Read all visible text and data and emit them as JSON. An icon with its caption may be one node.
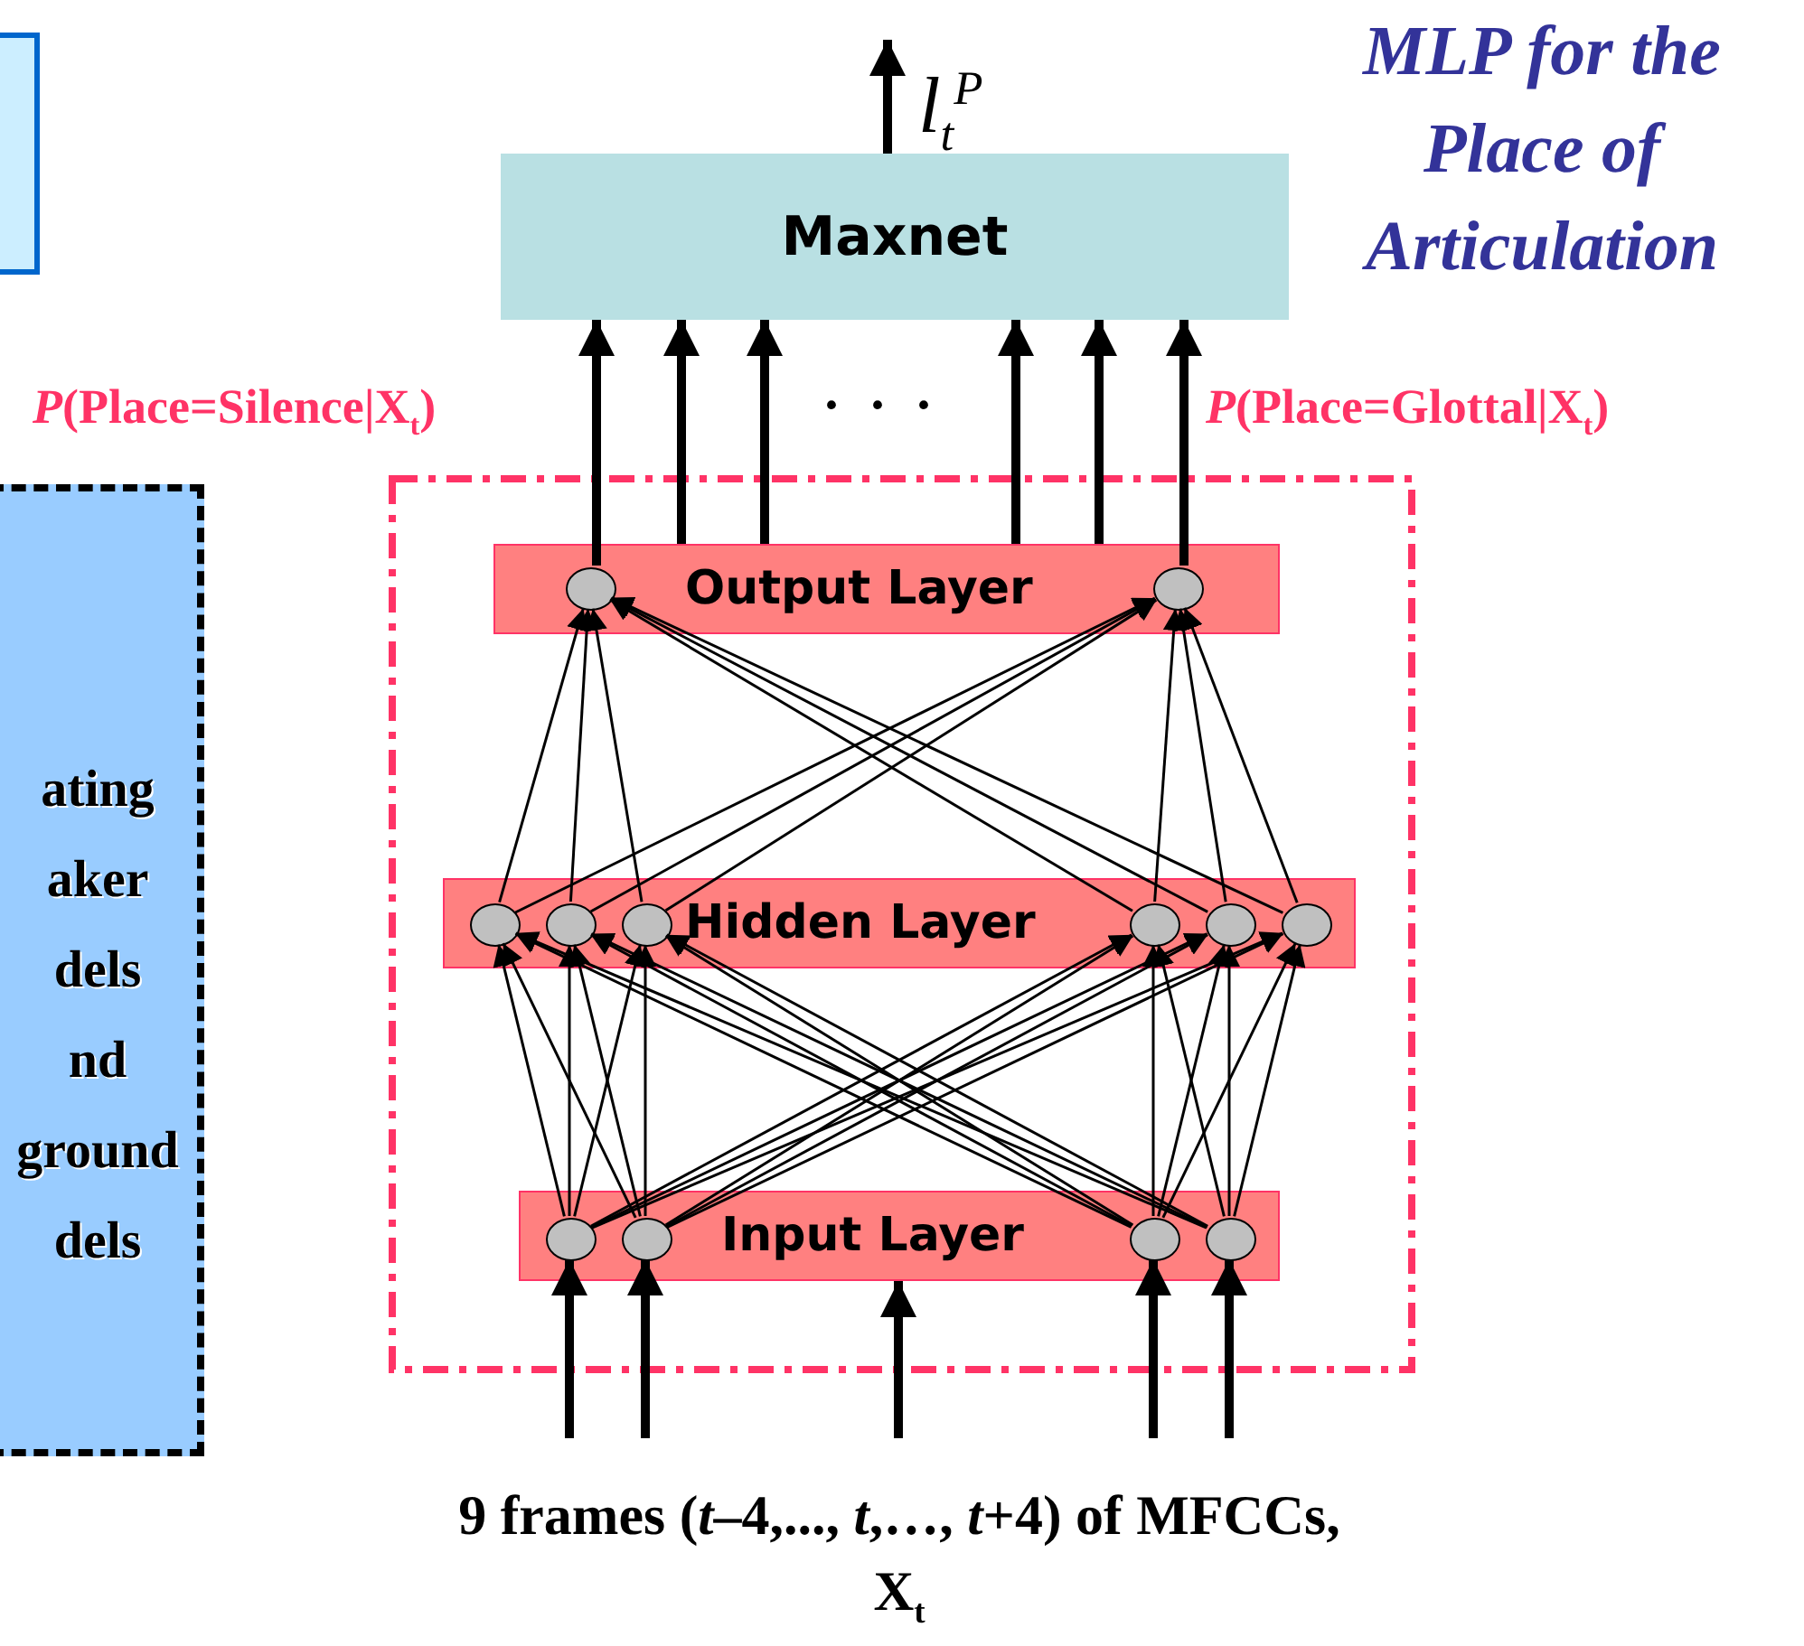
{
  "diagram": {
    "title": "MLP for the Place of Articulation",
    "nodes": [
      {
        "text": [],
        "shape": "box"
      },
      {
        "text": [
          "*l*$_{t}$$^{P}$"
        ]
      },
      {
        "text": [
          "Maxnet"
        ]
      },
      {
        "text": [
          "ating aker dels nd ground dels"
        ]
      },
      {
        "text": [],
        "shape": "box"
      },
      {
        "text": [
          "Output Layer"
        ],
        "in": 4
      },
      {
        "text": [],
        "shape": "circle",
        "in": 5
      },
      {
        "text": [],
        "shape": "circle",
        "in": 5
      },
      {
        "text": [
          "Hidden Layer"
        ],
        "in": 4
      },
      {
        "text": [],
        "shape": "circle",
        "in": 8
      },
      {
        "text": [],
        "shape": "circle",
        "in": 8
      },
      {
        "text": [],
        "shape": "circle",
        "in": 8
      },
      {
        "text": [],
        "shape": "circle",
        "in": 8
      },
      {
        "text": [],
        "shape": "circle",
        "in": 8
      },
      {
        "text": [],
        "shape": "circle",
        "in": 8
      },
      {
        "text": [
          "Input Layer"
        ],
        "in": 4
      },
      {
        "text": [],
        "shape": "circle",
        "in": 15
      },
      {
        "text": [],
        "shape": "circle",
        "in": 15
      },
      {
        "text": [],
        "shape": "circle",
        "in": 15
      },
      {
        "text": [],
        "shape": "circle",
        "in": 15
      }
    ],
    "edges": [
      {
        "from": 2,
        "to": 1,
        "arrow": "to",
        "style": "thick"
      },
      {
        "from": 6,
        "to": 2,
        "arrow": "to",
        "style": "thick"
      },
      {
        "from": 5,
        "to": 2,
        "arrow": "to",
        "style": "thick"
      },
      {
        "from": 5,
        "to": 2,
        "arrow": "to",
        "style": "thick"
      },
      {
        "from": 5,
        "to": 2,
        "arrow": "to",
        "style": "thick"
      },
      {
        "from": 5,
        "to": 2,
        "arrow": "to",
        "style": "thick"
      },
      {
        "from": 7,
        "to": 2,
        "arrow": "to",
        "style": "thick"
      },
      {
        "from": 9,
        "to": 6,
        "arrow": "to"
      },
      {
        "from": 9,
        "to": 7,
        "arrow": "to"
      },
      {
        "from": 10,
        "to": 6,
        "arrow": "to"
      },
      {
        "from": 10,
        "to": 7,
        "arrow": "to"
      },
      {
        "from": 11,
        "to": 6,
        "arrow": "to"
      },
      {
        "from": 11,
        "to": 7,
        "arrow": "to"
      },
      {
        "from": 12,
        "to": 6,
        "arrow": "to"
      },
      {
        "from": 12,
        "to": 7,
        "arrow": "to"
      },
      {
        "from": 13,
        "to": 6,
        "arrow": "to"
      },
      {
        "from": 13,
        "to": 7,
        "arrow": "to"
      },
      {
        "from": 14,
        "to": 6,
        "arrow": "to"
      },
      {
        "from": 14,
        "to": 7,
        "arrow": "to"
      },
      {
        "from": 16,
        "to": 9,
        "arrow": "to"
      },
      {
        "from": 16,
        "to": 10,
        "arrow": "to"
      },
      {
        "from": 16,
        "to": 11,
        "arrow": "to"
      },
      {
        "from": 16,
        "to": 12,
        "arrow": "to"
      },
      {
        "from": 16,
        "to": 13,
        "arrow": "to"
      },
      {
        "from": 16,
        "to": 14,
        "arrow": "to"
      },
      {
        "from": 17,
        "to": 9,
        "arrow": "to"
      },
      {
        "from": 17,
        "to": 10,
        "arrow": "to"
      },
      {
        "from": 17,
        "to": 11,
        "arrow": "to"
      },
      {
        "from": 17,
        "to": 12,
        "arrow": "to"
      },
      {
        "from": 17,
        "to": 13,
        "arrow": "to"
      },
      {
        "from": 17,
        "to": 14,
        "arrow": "to"
      },
      {
        "from": 18,
        "to": 9,
        "arrow": "to"
      },
      {
        "from": 18,
        "to": 10,
        "arrow": "to"
      },
      {
        "from": 18,
        "to": 11,
        "arrow": "to"
      },
      {
        "from": 18,
        "to": 12,
        "arrow": "to"
      },
      {
        "from": 18,
        "to": 13,
        "arrow": "to"
      },
      {
        "from": 18,
        "to": 14,
        "arrow": "to"
      },
      {
        "from": 19,
        "to": 9,
        "arrow": "to"
      },
      {
        "from": 19,
        "to": 10,
        "arrow": "to"
      },
      {
        "from": 19,
        "to": 11,
        "arrow": "to"
      },
      {
        "from": 19,
        "to": 12,
        "arrow": "to"
      },
      {
        "from": 19,
        "to": 13,
        "arrow": "to"
      },
      {
        "from": 19,
        "to": 14,
        "arrow": "to"
      },
      {
        "from": null,
        "to": 16,
        "arrow": "to",
        "style": "thick"
      },
      {
        "from": null,
        "to": 17,
        "arrow": "to",
        "style": "thick"
      },
      {
        "from": null,
        "to": 15,
        "arrow": "to",
        "style": "thick"
      },
      {
        "from": null,
        "to": 18,
        "arrow": "to",
        "style": "thick"
      },
      {
        "from": null,
        "to": 19,
        "arrow": "to",
        "style": "thick"
      }
    ],
    "labels": [
      "*P*(Place=Silence|X$_{t}$)",
      "· · ·",
      "*P*(Place=Glottal|X$_{t}$)",
      "9 frames (*t*–4,..., *t*,…, *t*+4) of MFCCs, X$_{t}$"
    ]
  }
}
